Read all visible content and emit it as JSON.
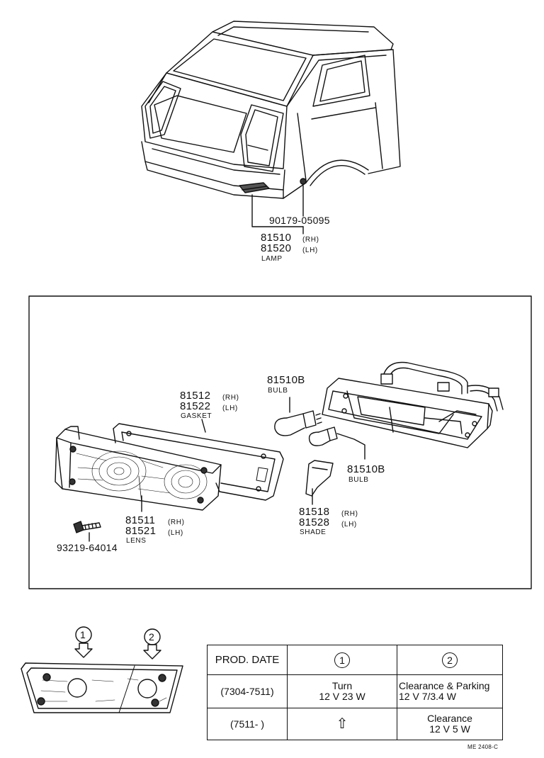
{
  "top": {
    "grommet": "90179-05095",
    "lamp_rh": "81510",
    "lamp_rh_side": "(RH)",
    "lamp_lh": "81520",
    "lamp_lh_side": "(LH)",
    "lamp_name": "LAMP"
  },
  "detail": {
    "gasket_rh": "81512",
    "gasket_rh_side": "(RH)",
    "gasket_lh": "81522",
    "gasket_lh_side": "(LH)",
    "gasket_name": "GASKET",
    "bulb1_num": "81510B",
    "bulb1_name": "BULB",
    "bulb2_num": "81510B",
    "bulb2_name": "BULB",
    "lens_rh": "81511",
    "lens_rh_side": "(RH)",
    "lens_lh": "81521",
    "lens_lh_side": "(LH)",
    "lens_name": "LENS",
    "screw": "93219-64014",
    "shade_rh": "81518",
    "shade_rh_side": "(RH)",
    "shade_lh": "81528",
    "shade_lh_side": "(LH)",
    "shade_name": "SHADE"
  },
  "bottom": {
    "marker1": "1",
    "marker2": "2",
    "table": {
      "header_date": "PROD. DATE",
      "header_1": "1",
      "header_2": "2",
      "row1_date": "(7304-7511)",
      "row1_c1_a": "Turn",
      "row1_c1_b": "12 V  23 W",
      "row1_c2_a": "Clearance & Parking",
      "row1_c2_b": "12 V 7/3.4 W",
      "row2_date": "(7511-        )",
      "row2_c1_arrow": "⇧",
      "row2_c2_a": "Clearance",
      "row2_c2_b": "12 V  5 W"
    },
    "footer_code": "ME 2408-C"
  }
}
